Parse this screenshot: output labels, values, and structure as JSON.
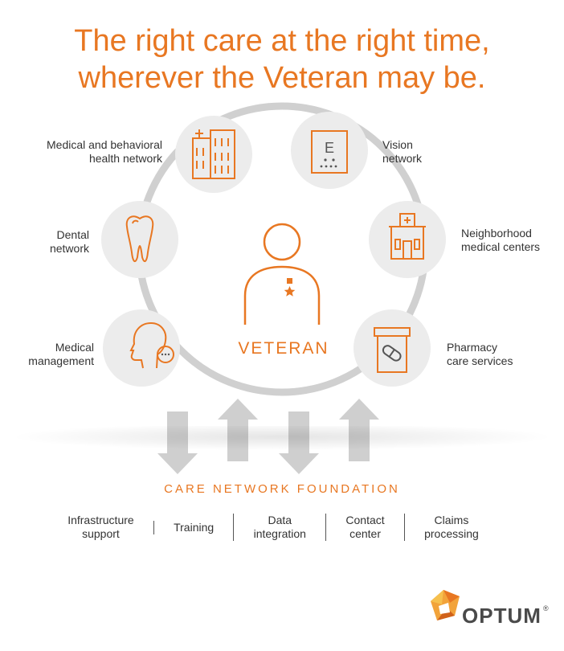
{
  "headline": {
    "line1": "The right care at the right time,",
    "line2": "wherever the Veteran may be."
  },
  "center": {
    "label": "VETERAN"
  },
  "nodes": [
    {
      "icon": "hospital-building-icon",
      "line1": "Medical and behavioral",
      "line2": "health network"
    },
    {
      "icon": "eye-chart-icon",
      "line1": "Vision",
      "line2": "network"
    },
    {
      "icon": "tooth-icon",
      "line1": "Dental",
      "line2": "network"
    },
    {
      "icon": "clinic-building-icon",
      "line1": "Neighborhood",
      "line2": "medical centers"
    },
    {
      "icon": "speaking-head-icon",
      "line1": "Medical",
      "line2": "management"
    },
    {
      "icon": "pill-bottle-icon",
      "line1": "Pharmacy",
      "line2": "care services"
    }
  ],
  "foundation": {
    "title": "CARE NETWORK FOUNDATION",
    "items": [
      {
        "line1": "Infrastructure",
        "line2": "support"
      },
      {
        "line1": "Training",
        "line2": ""
      },
      {
        "line1": "Data",
        "line2": "integration"
      },
      {
        "line1": "Contact",
        "line2": "center"
      },
      {
        "line1": "Claims",
        "line2": "processing"
      }
    ]
  },
  "logo": {
    "text": "OPTUM",
    "mark": "®"
  },
  "colors": {
    "accent": "#e87722",
    "ring": "#d0d0d0",
    "node_fill": "#ececec",
    "arrow": "#cfcfcf"
  }
}
